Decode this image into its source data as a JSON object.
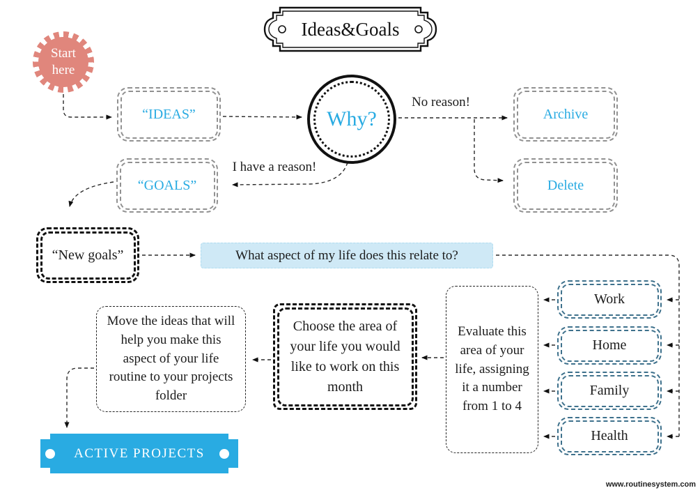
{
  "title": {
    "text": "Ideas&Goals"
  },
  "start_badge": {
    "line1": "Start",
    "line2": "here"
  },
  "nodes": {
    "ideas": "“IDEAS”",
    "why": "Why?",
    "archive": "Archive",
    "delete": "Delete",
    "goals": "“GOALS”",
    "new_goals": "“New goals”",
    "aspect_question": "What aspect of my life does this relate to?",
    "evaluate": "Evaluate this area of your life, assigning it a number from 1 to 4",
    "choose": "Choose the area of your life you would like to work on this month",
    "move": "Move the ideas that will help you make this aspect of your life routine to your projects folder",
    "active_projects": "ACTIVE PROJECTS"
  },
  "categories": [
    "Work",
    "Home",
    "Family",
    "Health"
  ],
  "wire_labels": {
    "no_reason": "No reason!",
    "have_reason": "I have a reason!"
  },
  "footer": {
    "website": "www.routinesystem.com"
  },
  "colors": {
    "accent_blue": "#29abe2",
    "coral": "#e0867c",
    "steel_border": "#3e718c",
    "gray_border": "#919191",
    "highlight_bg": "#cfe9f6"
  }
}
